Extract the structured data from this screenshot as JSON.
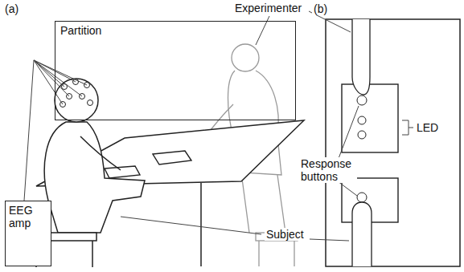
{
  "diagram": {
    "nodes": [
      {
        "text": [
          "Partition"
        ]
      },
      {
        "text": [
          "EEG amp"
        ]
      }
    ],
    "labels": [
      "(a)",
      "(b)",
      "Experimenter",
      "Response buttons",
      "LED",
      "Subject"
    ]
  }
}
